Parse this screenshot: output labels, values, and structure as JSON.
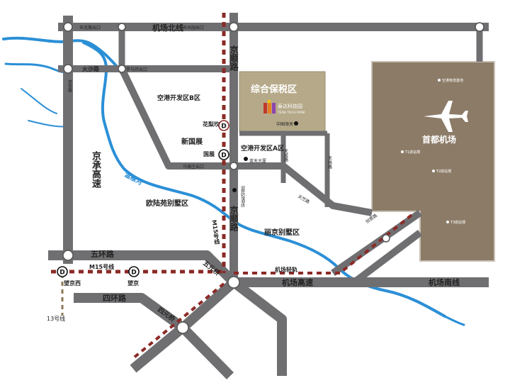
{
  "roads": {
    "airport_north_line": "机场北线",
    "jingshun_upper": "京顺路",
    "jingshun_lower": "京顺路",
    "jingcheng_expressway": "京承高速",
    "fifth_ring": "五环路",
    "fourth_ring": "四环路",
    "airport_expressway": "机场高速",
    "airport_south_line": "机场南线",
    "airport_light_rail": "机场轻轨",
    "wuyuan_bridge": "五元桥",
    "siyuan_bridge": "四元桥",
    "m15_line": "M15号线",
    "m15_line_vertical": "M15号线",
    "line13": "13号线",
    "tianbei_exit": "天北路出口",
    "tianshuiyuan_exit": "天水园出口",
    "huosha_road": "火沙路",
    "luoma_exit": "罗马环出口",
    "mawu_exit": "马坡庄出口",
    "tianzhu_rd": "天竺路",
    "tiancheng_rd": "天成路",
    "tianwei_rd": "天纬路",
    "yingbin_rd": "迎宾路",
    "jingmi_rd": "京密路",
    "chuangyi_rd": "创意路"
  },
  "areas": {
    "airport_dev_b": "空港开发区B区",
    "airport_dev_a": "空港开发区A区",
    "new_expo": "新国展",
    "oulu_villas": "欧陆苑别墅区",
    "lijing_villas": "丽京别墅区",
    "bonded_zone": "综合保税区",
    "china_customs": "中国海关",
    "lantian": "蓝天大厦",
    "yingbin_hotel": "迎宾馆酒店",
    "wenyu_river": "温榆河"
  },
  "brand": {
    "name": "泰达科技园",
    "sub": "TEDA TECH PARK"
  },
  "stations": {
    "hualiwu": "花梨坎",
    "guozhan": "国展",
    "wangjingxi": "望京西",
    "wangjing": "望京",
    "metro_letter": "D"
  },
  "airport": {
    "name": "首都机场",
    "logistics": "空港物流基地",
    "t1": "T1航站楼",
    "t2": "T2航站楼",
    "t3": "T3航站楼"
  },
  "colors": {
    "road": "#6f6f72",
    "river": "#2b8fd6",
    "railway": "#8b2a26",
    "airport_fill": "#8c7b67",
    "bonded_fill": "#b5a989"
  },
  "icons": {
    "plane": "airplane-icon",
    "metro": "metro-station-icon",
    "logo": "teda-logo-icon"
  }
}
